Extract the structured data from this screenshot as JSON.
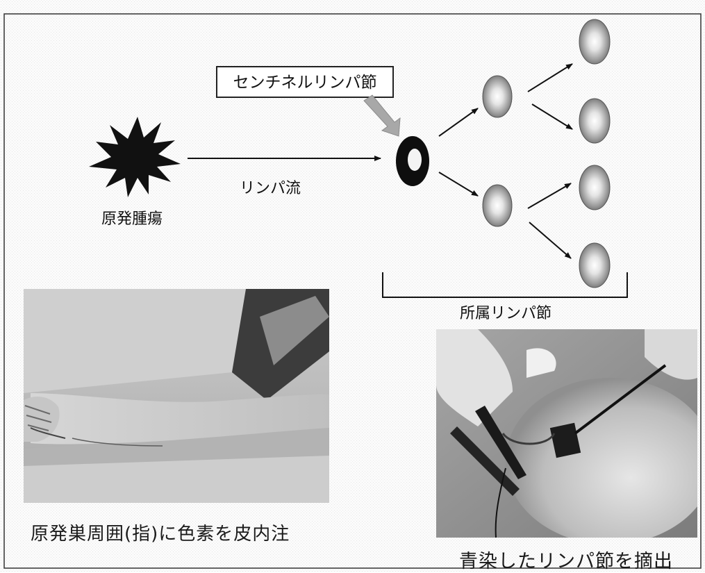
{
  "diagram": {
    "sentinel_box_label": "センチネルリンパ節",
    "tumor_label": "原発腫瘍",
    "flow_label": "リンパ流",
    "regional_label": "所属リンパ節"
  },
  "photos": {
    "left_caption": "原発巣周囲(指)に色素を皮内注",
    "right_caption": "青染したリンパ節を摘出"
  }
}
